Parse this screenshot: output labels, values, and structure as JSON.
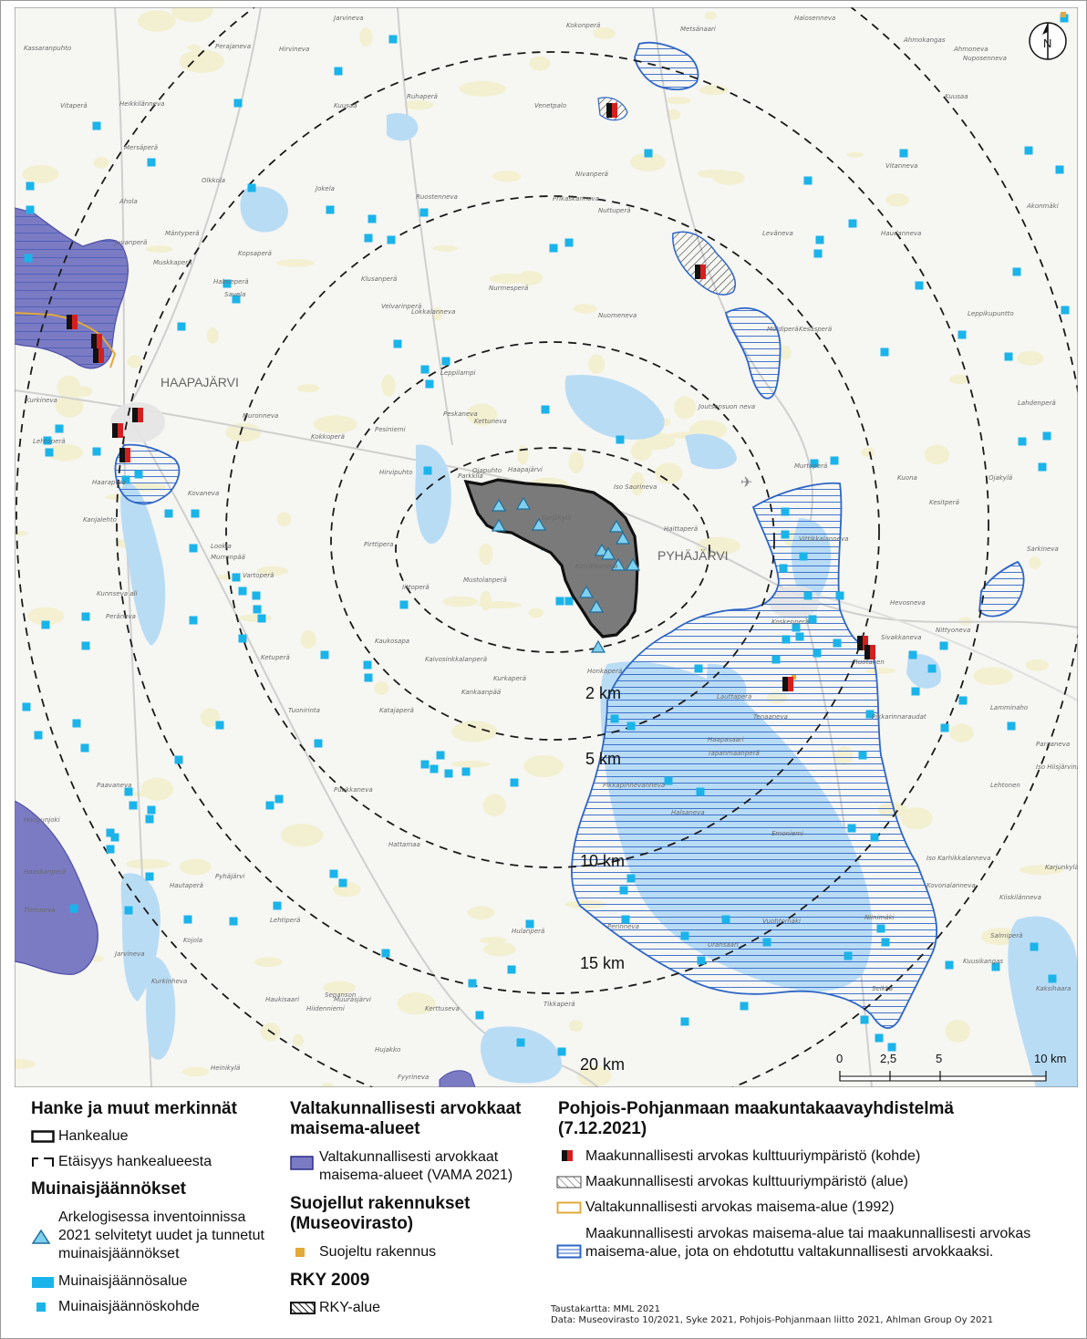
{
  "map": {
    "place_labels_major": [
      "HAAPAJÄRVI",
      "PYHÄJÄRVI"
    ],
    "place_labels_minor": [
      "Kassaranpuhto",
      "Perajaneva",
      "Hirvineva",
      "Jarvineva",
      "Kokonperä",
      "Metsänaari",
      "Halosenneva",
      "Ahmokangas",
      "Ahmoneva",
      "Nuposenneva",
      "Vitaperä",
      "Heikkilänneva",
      "Ruhaperä",
      "Kuusaa",
      "Venetpalo",
      "Kuusaa",
      "Mersäperä",
      "Olkkola",
      "Jokela",
      "Parkkila",
      "Vitanneva",
      "Ahola",
      "Mäntyperä",
      "Muskkaperä",
      "Halmeperä",
      "Kopsaperä",
      "Savela",
      "Ruostenneva",
      "Nivanperä",
      "Nuttuperä",
      "Prikaskanneva",
      "Leväneva",
      "Haudanneva",
      "Akonmäki",
      "Klusanperä",
      "Nurmesperä",
      "Velvarinperä",
      "Lokkalanneva",
      "Nuomeneva",
      "Kesäsperä",
      "Leppikupuntto",
      "Kurkineva",
      "Peskaneva",
      "Pesiniemi",
      "Kokkoperä",
      "Muronneva",
      "Lehtoperä",
      "Möldiperä",
      "Joutsensuon neva",
      "Lahdenperä",
      "Hirvipuhto",
      "Ojapuhto",
      "Haaraperä",
      "Kovaneva",
      "Iso Saurineva",
      "Murtoperä",
      "Kuona",
      "Ojakylä",
      "Kanjalehto",
      "Haittaperä",
      "Kesitperä",
      "Lookla",
      "Murronpää",
      "Pirttipera",
      "Iittoperä",
      "Mustolanperä",
      "Vittikkalanneva",
      "Hevosneva",
      "Sarkineva",
      "Kunnseva ali",
      "Vartoperä",
      "Peräneva",
      "Koskenperä",
      "Sivakkaneva",
      "Nittyoneva",
      "Kaukosapa",
      "Kaivosinkkalanperä",
      "Ketuperä",
      "Honkaperä",
      "Kurkaperä",
      "Kankaanpää",
      "Katajaperä",
      "Tuonirinta",
      "Ruotanen",
      "Lauttaperä",
      "Tenaaneva",
      "Puukkaneva",
      "Pikkarinnaraudat",
      "Lamminaho",
      "Paraaneva",
      "Tapanmaanperä",
      "Pikkapinnevanneva",
      "Lehtonen",
      "Iso Hiisjärvinneva",
      "Halsaneva",
      "Emoniemi",
      "Iso Karhikkalanneva",
      "Karjunkylä",
      "Hautaperä",
      "Hattamaa",
      "Kovonalanneva",
      "Pyhäjärvi",
      "Kiiskilänneva",
      "Vuohtomäki",
      "Niinimäki",
      "Lehtiperä",
      "Kojola",
      "Jarvineva",
      "Kurkinheva",
      "Kuusikangas",
      "Salmiperä",
      "Kaksihaara",
      "Seikka",
      "Perinneva",
      "Uransaari",
      "Muurasjärvi",
      "Hulanperä",
      "Tikkaperä",
      "Haukisaari",
      "Hiidenniemi",
      "Kerttuseva",
      "Hujakko",
      "Heinikylä",
      "Fyyrineva",
      "Sepanson",
      "Hongunjoki",
      "Haaskanperä",
      "Tiemneva",
      "Paavaneva",
      "Haapasaari",
      "Juvanperä",
      "Leppilampi",
      "Kettuneva",
      "Haapajärvi",
      "Syrjäkylä",
      "Koivikkoneva"
    ],
    "distance_labels": [
      "2 km",
      "5 km",
      "10 km",
      "15 km",
      "20 km"
    ],
    "scalebar": {
      "labels": [
        "0",
        "2,5",
        "5",
        "10 km"
      ]
    },
    "north_label": "N"
  },
  "legend": {
    "section1": {
      "title": "Hanke ja muut merkinnät",
      "items": [
        "Hankealue",
        "Etäisyys hankealueesta"
      ]
    },
    "section2": {
      "title": "Muinaisjäännökset",
      "items": [
        "Arkelogisessa inventoinnissa 2021 selvitetyt uudet ja tunnetut muinaisjäännökset",
        "Muinaisjäännösalue",
        "Muinaisjäännöskohde"
      ]
    },
    "section3": {
      "title": "Valtakunnallisesti arvokkaat maisema-alueet",
      "items": [
        "Valtakunnallisesti arvokkaat maisema-alueet (VAMA 2021)"
      ]
    },
    "section4": {
      "title": "Suojellut rakennukset (Museovirasto)",
      "items": [
        "Suojeltu rakennus"
      ]
    },
    "section5": {
      "title": "RKY 2009",
      "items": [
        "RKY-alue"
      ]
    },
    "section6": {
      "title": "Pohjois-Pohjanmaan maakuntakaavayhdistelmä (7.12.2021)",
      "items": [
        "Maakunnallisesti arvokas kulttuuriympäristö (kohde)",
        "Maakunnallisesti arvokas kulttuuriympäristö (alue)",
        "Valtakunnallisesti arvokas maisema-alue (1992)",
        "Maakunnallisesti arvokas maisema-alue tai maakunnallisesti arvokas maisema-alue, jota on ehdotuttu valtakunnallisesti arvokkaaksi."
      ]
    },
    "credits": {
      "line1": "Taustakartta: MML 2021",
      "line2": "Data: Museovirasto 10/2021, Syke 2021, Pohjois-Pohjanmaan liitto 2021, Ahlman Group Oy 2021"
    }
  },
  "colors": {
    "water": "#b9dcf5",
    "project_area": "#7a7a7a",
    "vama": "#7b7bc4",
    "mk_outline": "#2e66c7",
    "relic": "#1bb4ea",
    "orange": "#e3a93a",
    "red": "#d41f1f"
  }
}
